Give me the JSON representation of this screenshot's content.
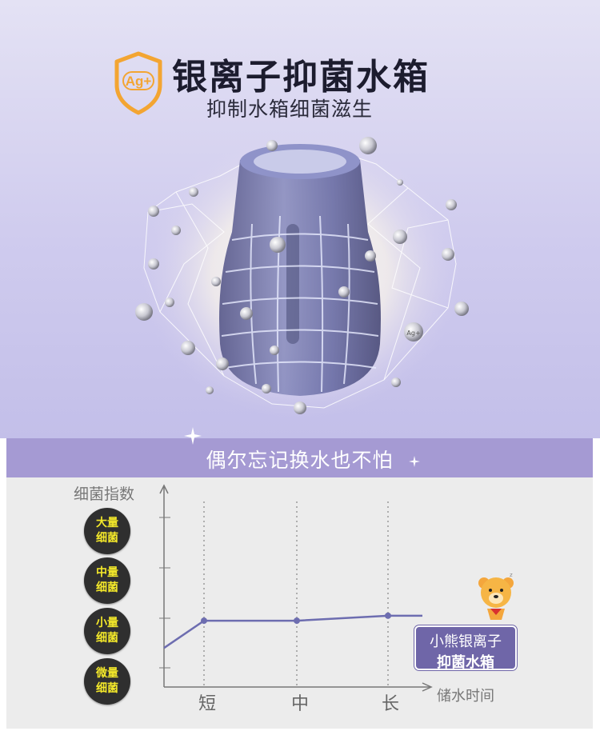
{
  "hero": {
    "badge_text": "Ag+",
    "title": "银离子抑菌水箱",
    "subtitle": "抑制水箱细菌滋生",
    "particle_label": "Ag+"
  },
  "banner": {
    "text": "偶尔忘记换水也不怕"
  },
  "chart": {
    "y_title": "细菌指数",
    "x_title": "储水时间",
    "levels": [
      {
        "line1": "大量",
        "line2": "细菌"
      },
      {
        "line1": "中量",
        "line2": "细菌"
      },
      {
        "line1": "小量",
        "line2": "细菌"
      },
      {
        "line1": "微量",
        "line2": "细菌"
      }
    ],
    "callout": {
      "line1": "小熊银离子",
      "line2": "抑菌水箱"
    }
  },
  "chart_data": {
    "type": "line",
    "x_categories": [
      "短",
      "中",
      "长"
    ],
    "y_categories": [
      "微量细菌",
      "小量细菌",
      "中量细菌",
      "大量细菌"
    ],
    "series": [
      {
        "values": [
          {
            "x": 0,
            "y": 0.4
          },
          {
            "x": 1,
            "y": 0.95
          },
          {
            "x": 2,
            "y": 0.95
          },
          {
            "x": 3,
            "y": 1.05
          },
          {
            "x": 3.5,
            "y": 1.05
          }
        ]
      }
    ],
    "grid": "vertical dotted",
    "colors": {
      "line": "#6d6db0",
      "text_highlight": "#f3e82a"
    }
  }
}
